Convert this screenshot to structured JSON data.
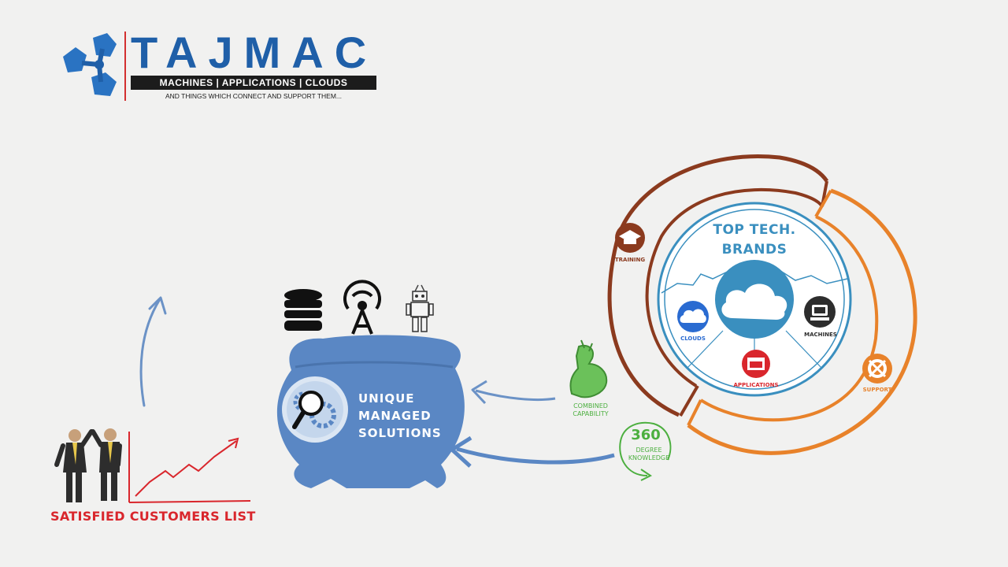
{
  "logo": {
    "wordmark": "TAJMAC",
    "bar_text": "MACHINES | APPLICATIONS | CLOUDS",
    "tagline": "AND THINGS WHICH CONNECT AND SUPPORT THEM..."
  },
  "pot": {
    "line1": "UNIQUE",
    "line2": "MANAGED",
    "line3": "SOLUTIONS",
    "icons": [
      "database-icon",
      "antenna-tower-icon",
      "robot-icon"
    ]
  },
  "circle": {
    "title_line1": "TOP TECH.",
    "title_line2": "BRANDS",
    "items": {
      "clouds": "CLOUDS",
      "machines": "MACHINES",
      "applications": "APPLICATIONS",
      "training": "TRAINING",
      "support": "SUPPORT"
    }
  },
  "inputs": {
    "capability_line1": "COMBINED",
    "capability_line2": "CAPABILITY",
    "knowledge_number": "360",
    "knowledge_line1": "DEGREE",
    "knowledge_line2": "KNOWLEDGE"
  },
  "customers": {
    "label": "SATISFIED CUSTOMERS LIST"
  },
  "colors": {
    "background": "#f1f1f0",
    "brand_blue": "#1f5fa8",
    "pot_blue": "#5a87c4",
    "brown_ring": "#8b3a1e",
    "orange_ring": "#e8822a",
    "inner_ring": "#3a8fbf",
    "green": "#4caf3f",
    "red": "#d9262c"
  }
}
